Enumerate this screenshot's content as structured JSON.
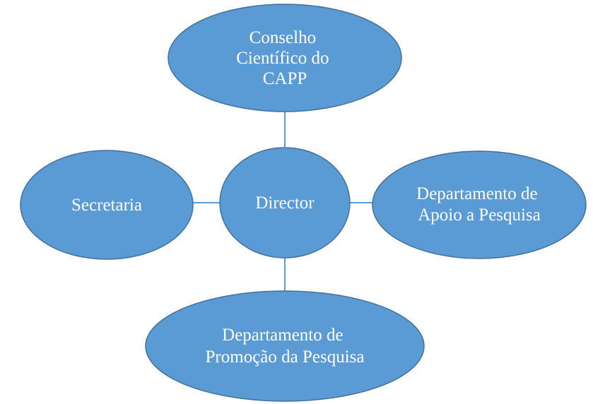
{
  "diagram": {
    "colors": {
      "node_fill": "#5b9bd5",
      "node_stroke": "#41719c",
      "connector": "#5b9bd5",
      "label": "#ffffff"
    },
    "nodes": {
      "top": {
        "lines": [
          "Conselho",
          "Científico  do",
          "CAPP"
        ]
      },
      "left": {
        "lines": [
          "Secretaria"
        ]
      },
      "center": {
        "lines": [
          "Director"
        ]
      },
      "right": {
        "lines": [
          "Departamento  de",
          "Apoio  a Pesquisa"
        ]
      },
      "bottom": {
        "lines": [
          "Departamento  de",
          "Promoção  da Pesquisa"
        ]
      }
    }
  }
}
